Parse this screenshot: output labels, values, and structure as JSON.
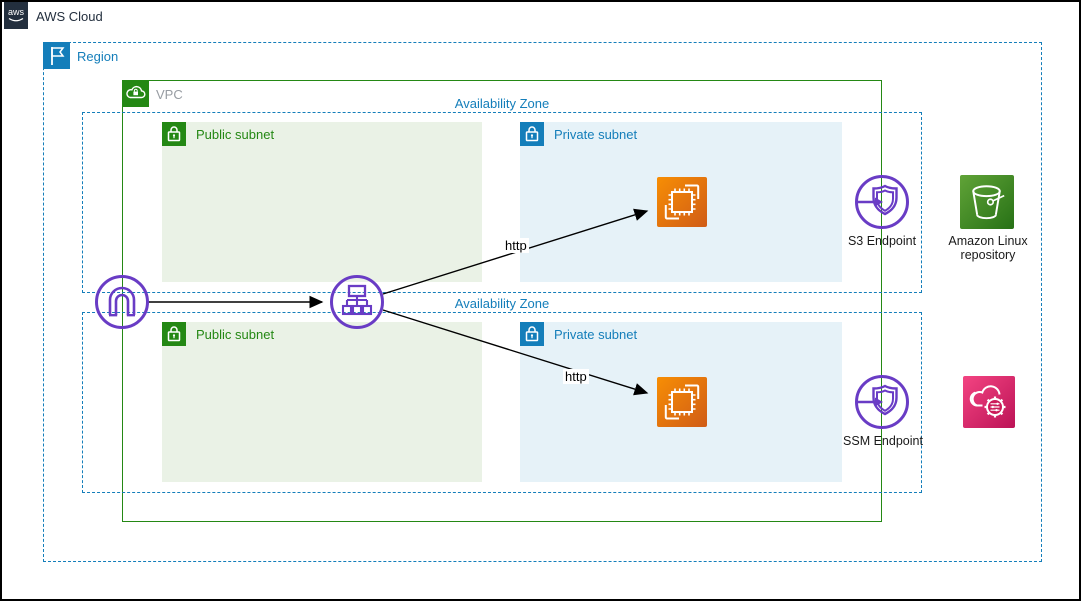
{
  "header": {
    "logo_text": "aws",
    "title": "AWS Cloud"
  },
  "groups": {
    "region": {
      "label": "Region",
      "icon": "region-flag-icon"
    },
    "vpc": {
      "label": "VPC",
      "icon": "vpc-cloud-lock-icon"
    },
    "az1": {
      "label": "Availability Zone"
    },
    "az2": {
      "label": "Availability Zone"
    },
    "public_subnet_1": {
      "label": "Public subnet",
      "icon": "lock-icon"
    },
    "private_subnet_1": {
      "label": "Private subnet",
      "icon": "lock-icon"
    },
    "public_subnet_2": {
      "label": "Public subnet",
      "icon": "lock-icon"
    },
    "private_subnet_2": {
      "label": "Private subnet",
      "icon": "lock-icon"
    }
  },
  "nodes": {
    "internet_gateway": {
      "icon": "internet-gateway-icon"
    },
    "router": {
      "icon": "router-network-icon"
    },
    "ec2_1": {
      "icon": "ec2-instance-icon"
    },
    "ec2_2": {
      "icon": "ec2-instance-icon"
    },
    "s3_endpoint": {
      "icon": "vpc-endpoint-icon",
      "label": "S3 Endpoint"
    },
    "ssm_endpoint": {
      "icon": "vpc-endpoint-icon",
      "label": "SSM Endpoint"
    },
    "amazon_linux_repo": {
      "icon": "s3-bucket-icon",
      "label_line1": "Amazon Linux",
      "label_line2": "repository"
    },
    "systems_manager": {
      "icon": "systems-manager-icon"
    }
  },
  "edges": {
    "igw_to_router": {
      "label": ""
    },
    "router_to_ec2_1": {
      "label": "http"
    },
    "router_to_ec2_2": {
      "label": "http"
    }
  },
  "colors": {
    "dark-navy": "#232F3E",
    "region-blue": "#147EBA",
    "vpc-green": "#248814",
    "vpc-label-gray": "#979CA2",
    "public-fill": "#EAF2E6",
    "private-fill": "#E6F2F8",
    "gateway-purple": "#693CC5",
    "ec2-orange-1": "#F78E04",
    "ec2-orange-2": "#D05C17",
    "bucket-green-1": "#60A337",
    "bucket-green-2": "#277116",
    "ssm-pink-1": "#F34482",
    "ssm-pink-2": "#BC1356"
  }
}
